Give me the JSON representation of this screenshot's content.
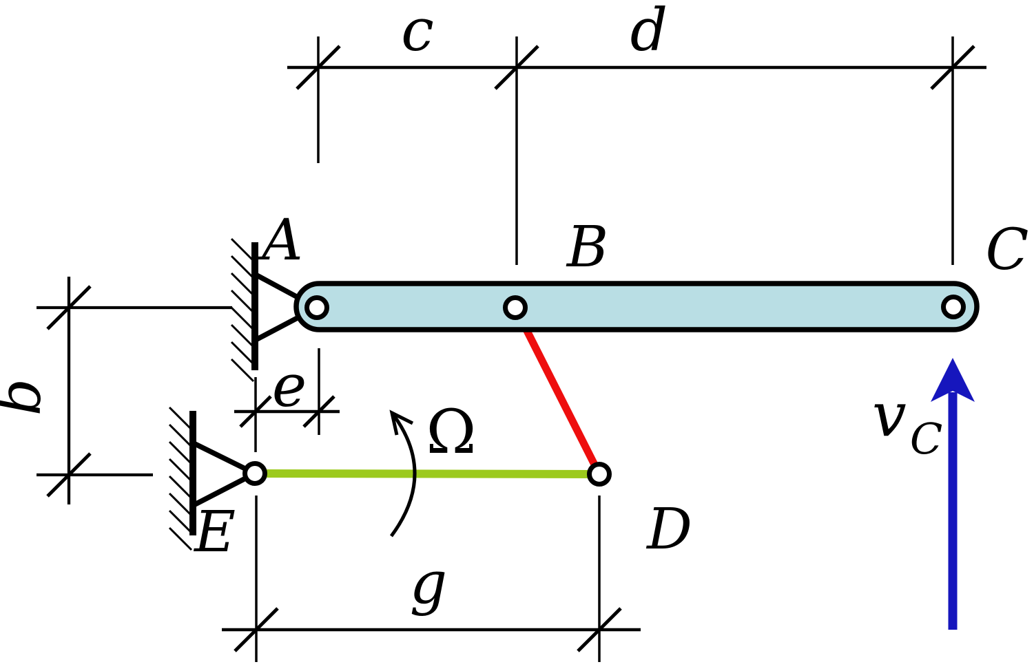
{
  "diagram": {
    "type": "planar-linkage-kinematics-sketch",
    "joints": {
      "a": "A",
      "b": "B",
      "c": "C",
      "d": "D",
      "e": "E"
    },
    "dimensions": {
      "c": "c",
      "d": "d",
      "b": "b",
      "e": "e",
      "g": "g"
    },
    "symbols": {
      "angular_velocity": "Ω",
      "velocity_symbol": "v",
      "velocity_subscript": "C"
    }
  },
  "colors": {
    "beam_fill": "#b9dee4",
    "link_bd_red": "#ee0e0e",
    "link_ed_green": "#9cca1d",
    "velocity_blue": "#1616bd",
    "pin_fill": "#ffffff",
    "ink": "#000000"
  }
}
